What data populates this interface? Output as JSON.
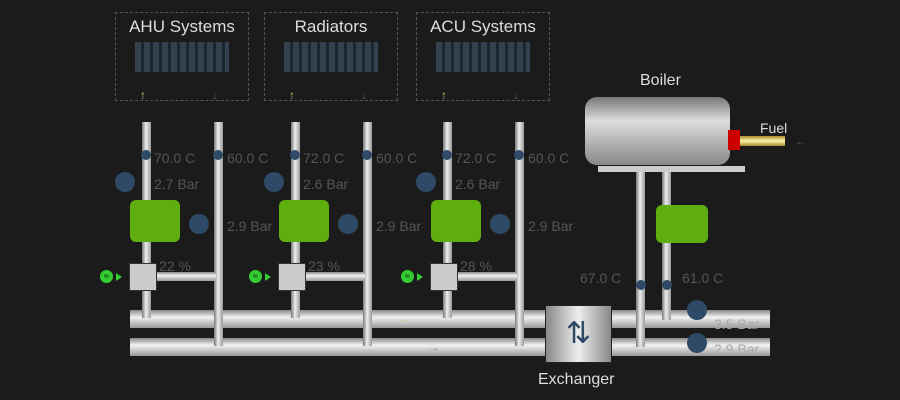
{
  "systems": [
    {
      "title": "AHU Systems"
    },
    {
      "title": "Radiators"
    },
    {
      "title": "ACU Systems"
    }
  ],
  "loops": [
    {
      "supply_temp": "70.0 C",
      "return_temp": "60.0 C",
      "supply_pressure": "2.7 Bar",
      "return_pressure": "2.9 Bar",
      "valve": "22 %"
    },
    {
      "supply_temp": "72.0 C",
      "return_temp": "60.0 C",
      "supply_pressure": "2.6 Bar",
      "return_pressure": "2.9 Bar",
      "valve": "23 %"
    },
    {
      "supply_temp": "72.0 C",
      "return_temp": "60.0 C",
      "supply_pressure": "2.6 Bar",
      "return_pressure": "2.9 Bar",
      "valve": "28 %"
    }
  ],
  "boiler": {
    "title": "Boiler",
    "fuel": "Fuel",
    "supply_temp": "67.0 C",
    "return_temp": "61.0 C"
  },
  "exchanger": {
    "title": "Exchanger",
    "pressure_top": "3.5 Bar",
    "pressure_bottom": "2.9 Bar"
  },
  "colors": {
    "pump": "#5fae10",
    "gauge": "#2f4a66",
    "text": "#555555",
    "background": "#1b1b1b"
  }
}
